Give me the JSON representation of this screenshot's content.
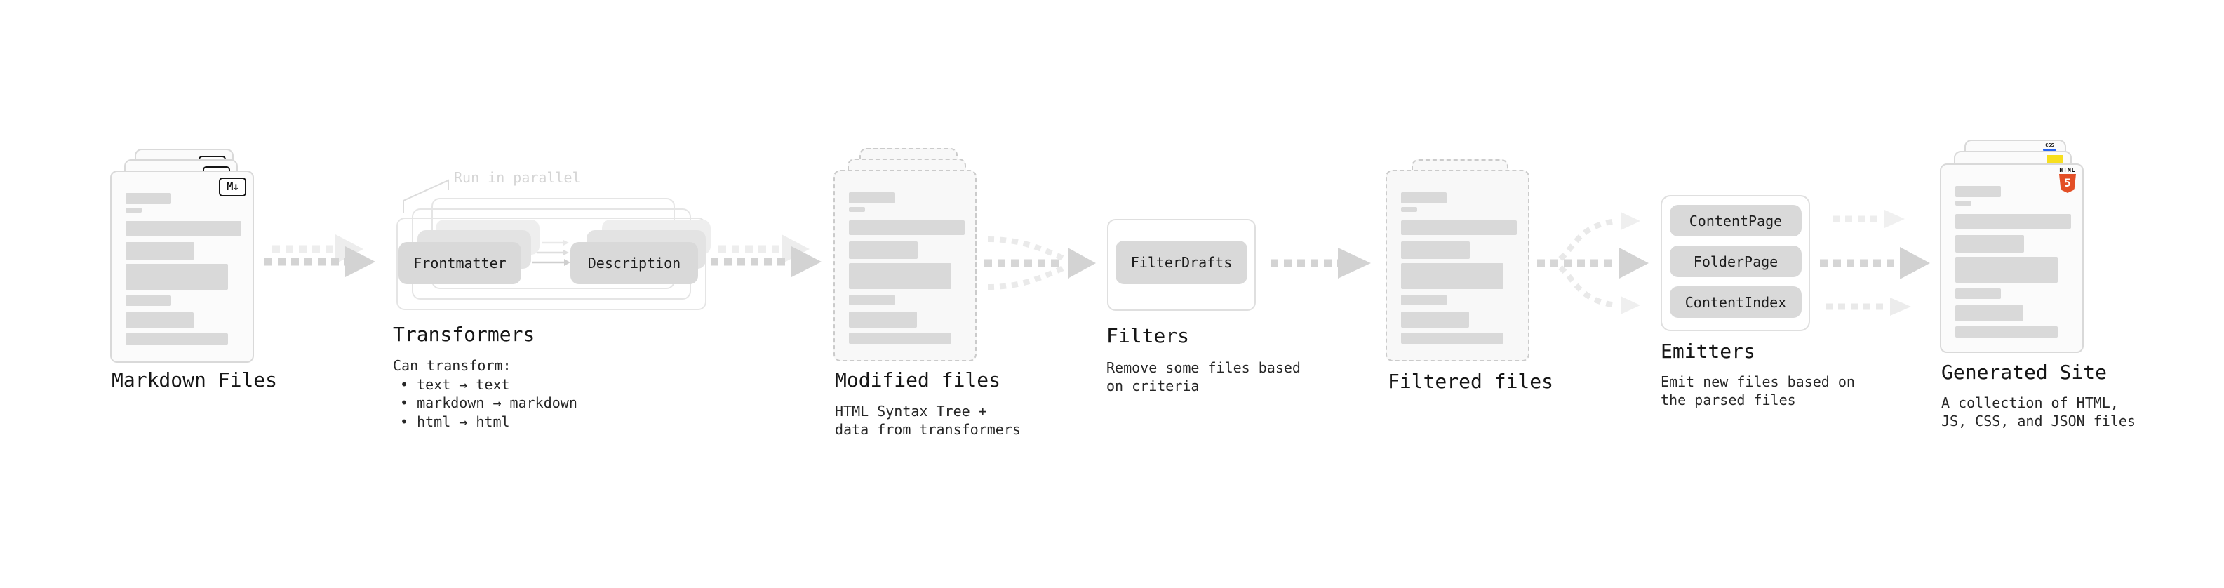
{
  "diagram": {
    "stages": {
      "markdown": {
        "label": "Markdown Files"
      },
      "transformers": {
        "label": "Transformers",
        "annotation": "Run in parallel",
        "node_a": "Frontmatter",
        "node_b": "Description",
        "sub_intro": "Can transform:",
        "bullets": [
          "text → text",
          "markdown → markdown",
          "html → html"
        ]
      },
      "modified": {
        "label": "Modified files",
        "sub1": "HTML Syntax Tree +",
        "sub2": "data from transformers"
      },
      "filters": {
        "label": "Filters",
        "node": "FilterDrafts",
        "sub1": "Remove some files based",
        "sub2": "on criteria"
      },
      "filtered": {
        "label": "Filtered files"
      },
      "emitters": {
        "label": "Emitters",
        "nodes": [
          "ContentPage",
          "FolderPage",
          "ContentIndex"
        ],
        "sub1": "Emit new files based on",
        "sub2": "the parsed files"
      },
      "generated": {
        "label": "Generated Site",
        "sub1": "A collection of HTML,",
        "sub2": "JS, CSS, and JSON files"
      }
    },
    "badges": {
      "markdown": "M↓",
      "html5_word": "HTML",
      "html5_number": "5",
      "css": "CSS"
    },
    "colors": {
      "arrow": "#d3d3d3",
      "arrow_ghost": "#ededed",
      "node_fill": "#d9d9d9",
      "html5_orange": "#e34f26",
      "js_yellow": "#f7df1e",
      "css_blue": "#2965f1"
    }
  }
}
